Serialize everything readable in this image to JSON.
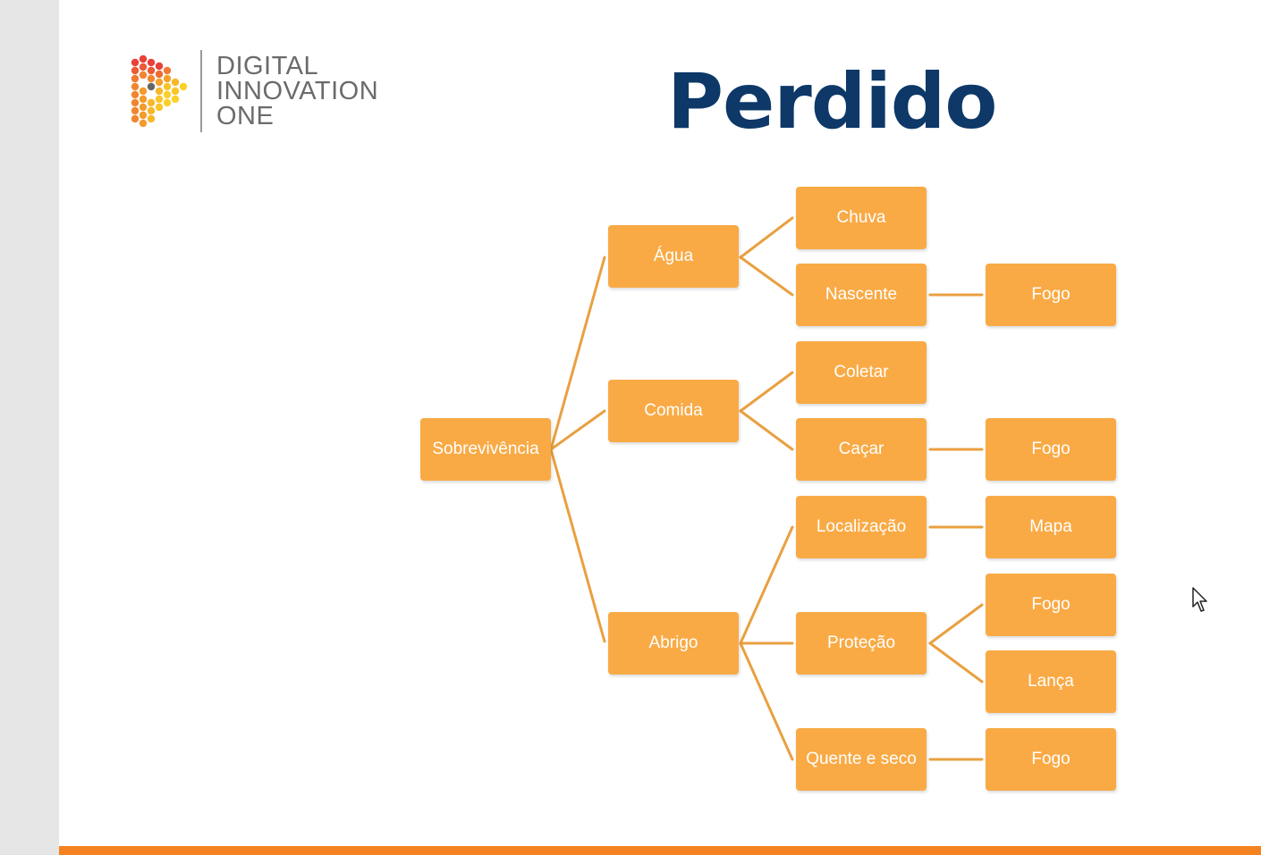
{
  "logo": {
    "lines": [
      "DIGITAL",
      "INNOVATION",
      "ONE"
    ]
  },
  "title": "Perdido",
  "diagram": {
    "root": "Sobrevivência",
    "level1": {
      "agua": "Água",
      "comida": "Comida",
      "abrigo": "Abrigo"
    },
    "level2": {
      "chuva": "Chuva",
      "nascente": "Nascente",
      "coletar": "Coletar",
      "cacar": "Caçar",
      "localizacao": "Localização",
      "protecao": "Proteção",
      "quente_seco": "Quente e seco"
    },
    "level3": {
      "fogo_nascente": "Fogo",
      "fogo_cacar": "Fogo",
      "mapa": "Mapa",
      "fogo_protecao": "Fogo",
      "lanca": "Lança",
      "fogo_quente": "Fogo"
    }
  },
  "colors": {
    "node_fill": "#f9aa45",
    "connector": "#e9a040",
    "title": "#0d3868",
    "accent_bar": "#f58220"
  },
  "icons": [
    "mouse-pointer-icon"
  ]
}
